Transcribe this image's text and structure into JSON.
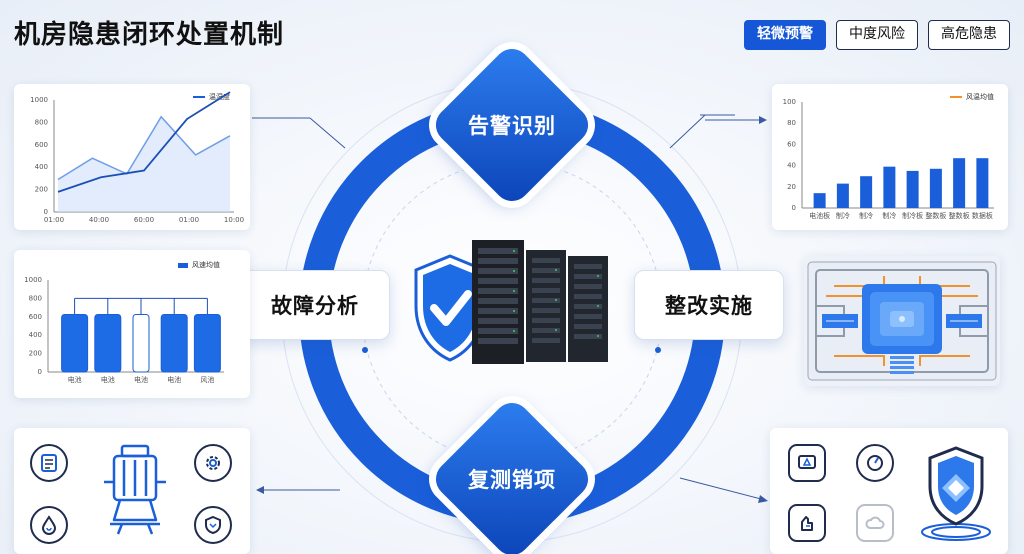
{
  "header": {
    "title": "机房隐患闭环处置机制",
    "tags": [
      {
        "label": "轻微预警",
        "active": true
      },
      {
        "label": "中度风险",
        "active": false
      },
      {
        "label": "高危隐患",
        "active": false
      }
    ]
  },
  "cycle": {
    "top": "告警识别",
    "left": "故障分析",
    "right": "整改实施",
    "bottom": "复测销项"
  },
  "colors": {
    "primary": "#1557d6",
    "ring": "#1a5fd9",
    "dark": "#1f2c4d",
    "accent_orange": "#f0922e"
  },
  "icons": {
    "center": [
      "shield-check-icon",
      "server-rack-icon"
    ],
    "bottom_left": [
      "document-icon",
      "gear-icon",
      "water-drop-icon",
      "shield-heart-icon",
      "pump-icon"
    ],
    "bottom_right": [
      "monitor-alert-icon",
      "gauge-icon",
      "hand-icon",
      "cloud-icon",
      "shield-layers-icon"
    ]
  },
  "chart_data": [
    {
      "type": "line",
      "legend": "温湿度",
      "x_ticks": [
        "01:00",
        "40:00",
        "60:00",
        "01:00",
        "10:00"
      ],
      "y_ticks": [
        "0",
        "200",
        "400",
        "600",
        "800",
        "1000"
      ],
      "ylim": [
        0,
        1000
      ],
      "series": [
        {
          "values": [
            180,
            310,
            370,
            830,
            1070
          ]
        },
        {
          "values": [
            290,
            480,
            340,
            850,
            510,
            680
          ]
        }
      ]
    },
    {
      "type": "bar",
      "legend": "风速均值",
      "y_ticks": [
        "0",
        "200",
        "400",
        "600",
        "800",
        "1000"
      ],
      "ylim": [
        0,
        1000
      ],
      "categories": [
        "电池",
        "电池",
        "电池",
        "电池",
        "风池"
      ],
      "values": [
        625,
        625,
        625,
        625,
        625
      ]
    },
    {
      "type": "bar",
      "legend": "风温均值",
      "y_ticks": [
        "0",
        "20",
        "40",
        "60",
        "80",
        "100"
      ],
      "ylim": [
        0,
        100
      ],
      "categories": [
        "电池板",
        "制冷",
        "制冷",
        "制冷",
        "制冷板",
        "整数板",
        "整数板",
        "数据板"
      ],
      "values": [
        14,
        23,
        30,
        39,
        35,
        37,
        47,
        47
      ]
    }
  ]
}
